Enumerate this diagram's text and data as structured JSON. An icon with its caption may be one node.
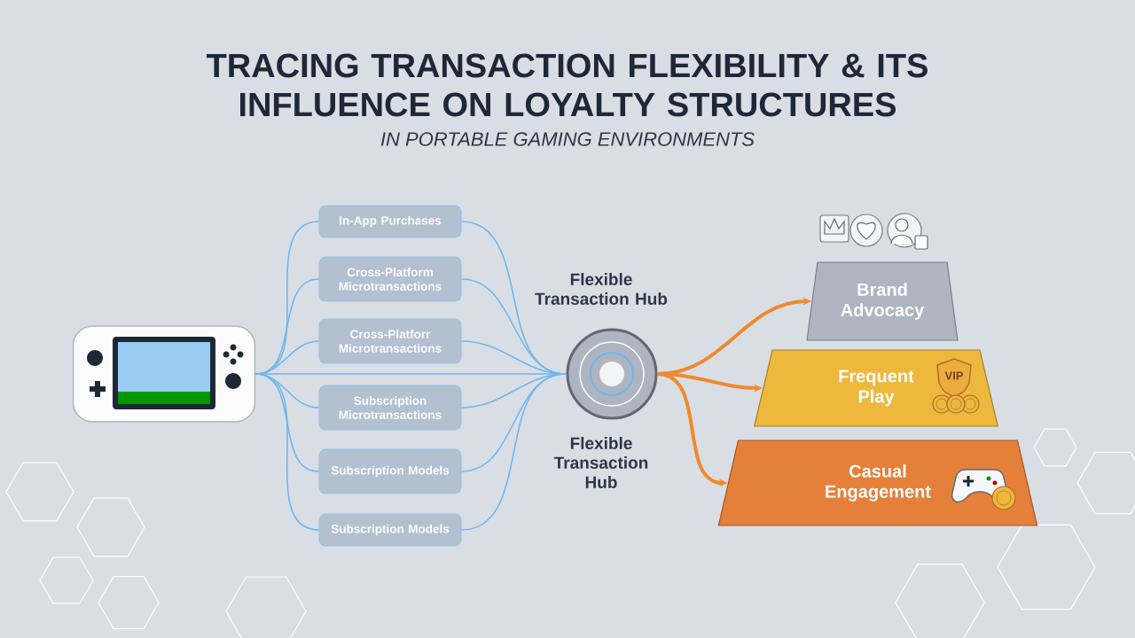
{
  "diagram": {
    "title": "TRACING TRANSACTION FLEXIBILITY & ITS INFLUENCE ON LOYALTY STRUCTURES",
    "nodes": [
      {
        "text": [],
        "shape": "picture"
      },
      {
        "text": [
          "In-App Purchases"
        ]
      },
      {
        "text": [
          "Cross-Platform Microtransactions"
        ]
      },
      {
        "text": [
          "Cross-Platforr Microtransactions"
        ]
      },
      {
        "text": [
          "Subscription Microtransactions"
        ]
      },
      {
        "text": [
          "Subscription Models"
        ]
      },
      {
        "text": [
          "Subscription Models"
        ]
      },
      {
        "text": [
          "Flexible Transaction Hub"
        ],
        "beside": [
          "Flexible Transaction Hub"
        ]
      },
      {
        "text": [
          "Brand Advocacy"
        ]
      },
      {
        "text": [
          "Frequent Play"
        ]
      },
      {
        "text": [
          "Casual Engagement"
        ]
      }
    ],
    "edges": [
      {
        "from": 0,
        "to": 1,
        "arrow": "none"
      },
      {
        "from": 0,
        "to": 2,
        "arrow": "none"
      },
      {
        "from": 0,
        "to": 3,
        "arrow": "none"
      },
      {
        "from": 0,
        "to": 4,
        "arrow": "none"
      },
      {
        "from": 0,
        "to": 5,
        "arrow": "none"
      },
      {
        "from": 0,
        "to": 6,
        "arrow": "none"
      },
      {
        "from": 0,
        "to": 7,
        "arrow": "none"
      },
      {
        "from": 1,
        "to": 7,
        "arrow": "none"
      },
      {
        "from": 2,
        "to": 7,
        "arrow": "none"
      },
      {
        "from": 3,
        "to": 7,
        "arrow": "none"
      },
      {
        "from": 4,
        "to": 7,
        "arrow": "none"
      },
      {
        "from": 5,
        "to": 7,
        "arrow": "none"
      },
      {
        "from": 6,
        "to": 7,
        "arrow": "none"
      },
      {
        "from": 7,
        "to": 8,
        "arrow": "to",
        "style": "thick",
        "color": "#f0892e"
      },
      {
        "from": 7,
        "to": 9,
        "arrow": "to",
        "style": "thick",
        "color": "#f0892e"
      },
      {
        "from": 7,
        "to": 10,
        "arrow": "to",
        "style": "thick",
        "color": "#f0892e"
      }
    ],
    "labels": [
      "IN PORTABLE GAMING ENVIRONMENTS",
      "VIP"
    ]
  }
}
